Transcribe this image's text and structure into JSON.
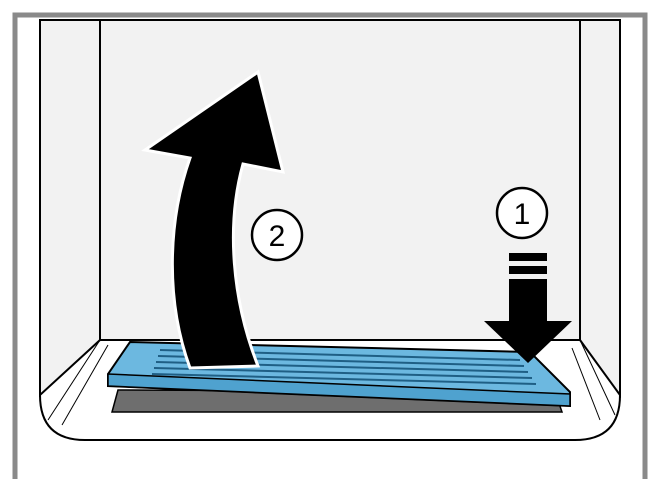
{
  "figure": {
    "steps": [
      {
        "number": "1",
        "action": "press-down"
      },
      {
        "number": "2",
        "action": "lift-up"
      }
    ],
    "colors": {
      "frame": "#8a8a8a",
      "appliance_interior": "#f2f2f2",
      "outline": "#000000",
      "grille": "#6cb8e0",
      "grille_slots": "#2a7aa8",
      "recess_shadow": "#6e6e6e",
      "arrow": "#000000"
    },
    "icons": [
      "curved-arrow-up-icon",
      "down-arrow-icon"
    ]
  }
}
